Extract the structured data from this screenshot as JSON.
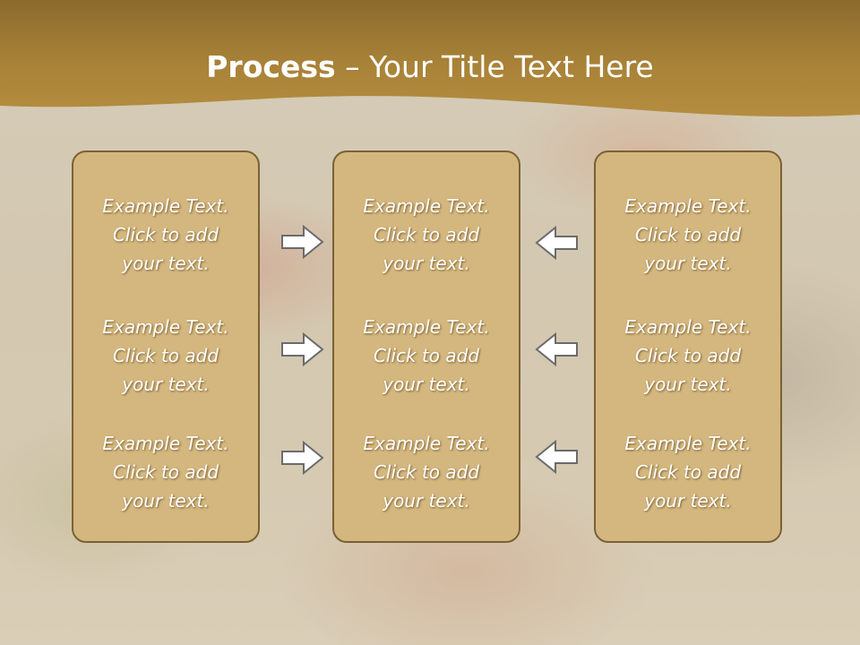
{
  "slide": {
    "title_bold": "Process",
    "title_rest": " – Your Title Text Here"
  },
  "columns": [
    {
      "items": [
        {
          "l1": "Example Text.",
          "l2": "Click  to add",
          "l3": "your text."
        },
        {
          "l1": "Example Text.",
          "l2": "Click  to add",
          "l3": "your text."
        },
        {
          "l1": "Example Text.",
          "l2": "Click  to add",
          "l3": "your text."
        }
      ]
    },
    {
      "items": [
        {
          "l1": "Example Text.",
          "l2": "Click  to add",
          "l3": "your text."
        },
        {
          "l1": "Example Text.",
          "l2": "Click  to add",
          "l3": "your text."
        },
        {
          "l1": "Example Text.",
          "l2": "Click  to add",
          "l3": "your text."
        }
      ]
    },
    {
      "items": [
        {
          "l1": "Example Text.",
          "l2": "Click  to add",
          "l3": "your text."
        },
        {
          "l1": "Example Text.",
          "l2": "Click  to add",
          "l3": "your text."
        },
        {
          "l1": "Example Text.",
          "l2": "Click  to add",
          "l3": "your text."
        }
      ]
    }
  ],
  "colors": {
    "header_gold": "#ab8538",
    "panel_fill": "#d4b77e",
    "panel_border": "#7a6135",
    "arrow_fill": "#ffffff",
    "arrow_stroke": "#6b6b6b"
  },
  "icons": {
    "left_arrows": "arrow-right-icon",
    "right_arrows": "arrow-left-icon"
  }
}
